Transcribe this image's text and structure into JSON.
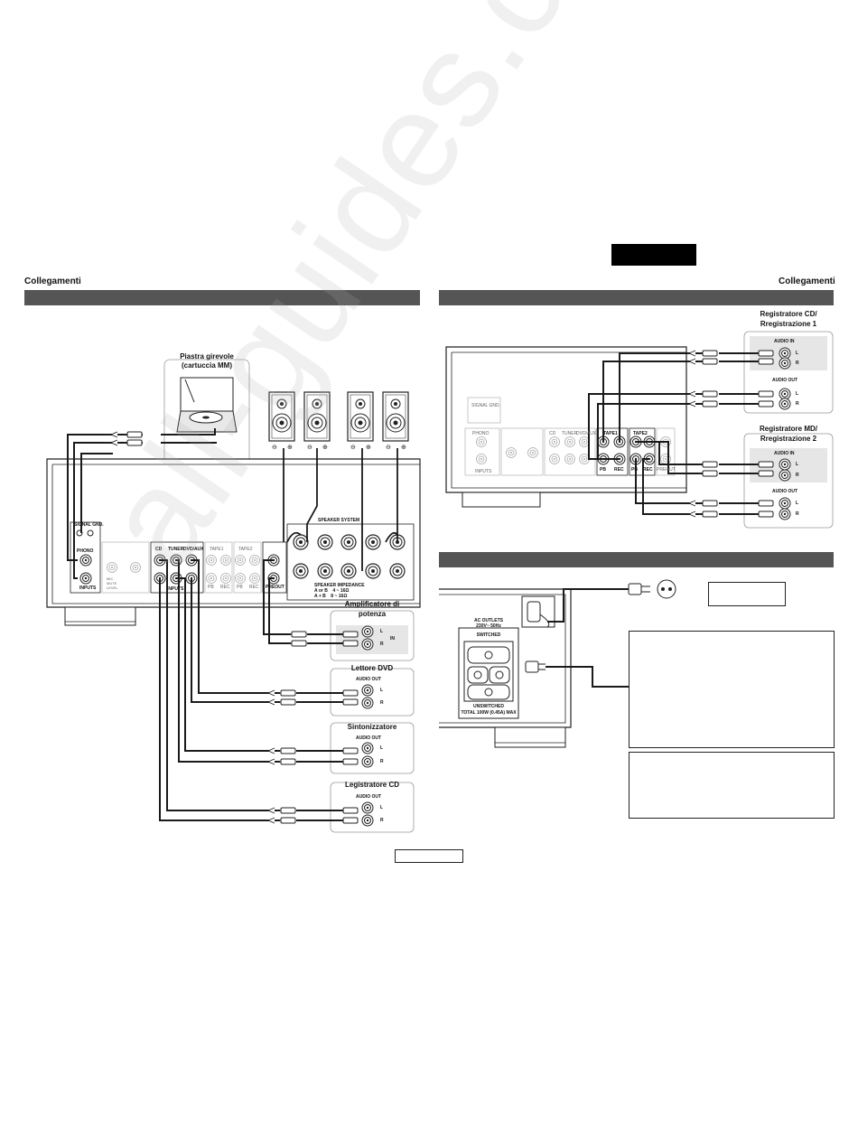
{
  "header": {
    "title_left": "Collegamenti",
    "title_right": "Collegamenti"
  },
  "colors": {
    "section_bar": "#555555",
    "line": "#1a1a1a",
    "panel_fill": "#f2f2f2"
  },
  "watermark": "all-guides.com",
  "left": {
    "turntable": {
      "title": "Piastra girevole",
      "subtitle": "(cartuccia MM)"
    },
    "receiver": {
      "signal_gnd": "SIGNAL GND.",
      "phono": "PHONO",
      "inputs": "INPUTS",
      "inputs_mid": "INPUTS",
      "cd": "CD",
      "tuner": "TUNER",
      "dvd": "DVD/AUX",
      "tape1": "TAPE1",
      "tape2": "TAPE2",
      "pb": "PB",
      "rec": "REC",
      "preout": "PREOUT",
      "speaker_system": "SPEAKER SYSTEM",
      "speaker_impedance": "SPEAKER IMPEDANCE",
      "imp_line1": "A or B    4 ~ 16Ω",
      "imp_line2": "A + B    8 ~ 16Ω",
      "level1": "MIC",
      "level2": "MUTE",
      "level3": "LEVEL"
    },
    "devices": [
      {
        "title1": "Amplificatore di",
        "title2": "potenza",
        "io": "IN",
        "left": "L",
        "right": "R"
      },
      {
        "title1": "Lettore DVD",
        "title2": "",
        "io": "AUDIO OUT",
        "left": "L",
        "right": "R"
      },
      {
        "title1": "Sintonizzatore",
        "title2": "",
        "io": "AUDIO OUT",
        "left": "L",
        "right": "R"
      },
      {
        "title1": "Legistratore CD",
        "title2": "",
        "io": "AUDIO OUT",
        "left": "L",
        "right": "R"
      }
    ]
  },
  "right": {
    "receiver": {
      "signal_gnd": "SIGNAL GND.",
      "phono": "PHONO",
      "inputs": "INPUTS",
      "cd": "CD",
      "tuner": "TUNER",
      "dvd": "DVD/AUX",
      "tape1": "TAPE1",
      "tape2": "TAPE2",
      "pb": "PB",
      "rec": "REC",
      "preout": "PREOUT"
    },
    "recorders": [
      {
        "title1": "Registratore CD/",
        "title2": "Rregistrazione 1",
        "in": "AUDIO IN",
        "out": "AUDIO OUT",
        "left": "L",
        "right": "R"
      },
      {
        "title1": "Registratore MD/",
        "title2": "Rregistrazione 2",
        "in": "AUDIO IN",
        "out": "AUDIO OUT",
        "left": "L",
        "right": "R"
      }
    ],
    "ac": {
      "outlets": "AC OUTLETS",
      "voltage": "230V~  50Hz",
      "switched": "SWITCHED",
      "unswitched": "UNSWITCHED",
      "total": "TOTAL 100W (0.45A) MAX"
    }
  }
}
